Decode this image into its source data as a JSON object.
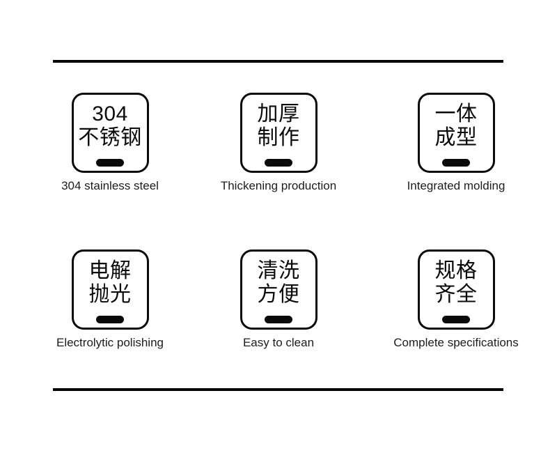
{
  "page": {
    "description": "Product feature highlights grid with six badges"
  },
  "colors": {
    "ink": "#0a0a0a",
    "caption_text": "#1c1c1c",
    "divider": "#050505",
    "background": "#ffffff"
  },
  "features": [
    {
      "title_line1": "304",
      "title_line2": "不锈钢",
      "caption": "304 stainless steel"
    },
    {
      "title_line1": "加厚",
      "title_line2": "制作",
      "caption": "Thickening production"
    },
    {
      "title_line1": "一体",
      "title_line2": "成型",
      "caption": "Integrated molding"
    },
    {
      "title_line1": "电解",
      "title_line2": "抛光",
      "caption": "Electrolytic polishing"
    },
    {
      "title_line1": "清洗",
      "title_line2": "方便",
      "caption": "Easy to clean"
    },
    {
      "title_line1": "规格",
      "title_line2": "齐全",
      "caption": "Complete specifications"
    }
  ]
}
